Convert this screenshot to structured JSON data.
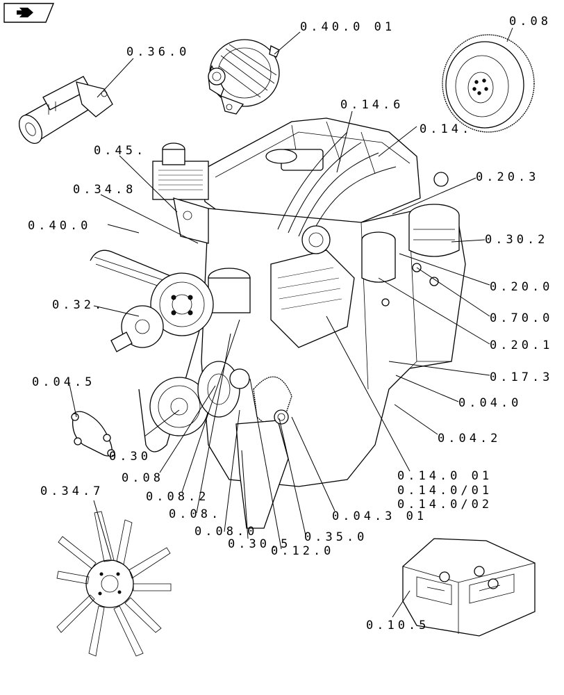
{
  "nav_icon": "back-arrow-icon",
  "callouts": [
    {
      "id": "alternator",
      "text": "0.40.0 01"
    },
    {
      "id": "flywheel",
      "text": "0.08"
    },
    {
      "id": "starter",
      "text": "0.36.0"
    },
    {
      "id": "injection-lines",
      "text": "0.14.6"
    },
    {
      "id": "injector",
      "text": "0.14."
    },
    {
      "id": "thermostat",
      "text": "0.45."
    },
    {
      "id": "water-pump-housing",
      "text": "0.34.8"
    },
    {
      "id": "alternator-bracket",
      "text": "0.40.0"
    },
    {
      "id": "fuel-filter-a",
      "text": "0.20.3"
    },
    {
      "id": "oil-filter",
      "text": "0.30.2"
    },
    {
      "id": "fuel-filter-b",
      "text": "0.20.0"
    },
    {
      "id": "sensor",
      "text": "0.70.0"
    },
    {
      "id": "fuel-filter-c",
      "text": "0.20.1"
    },
    {
      "id": "fuel-pump",
      "text": "0.17.3"
    },
    {
      "id": "crankcase",
      "text": "0.04.0"
    },
    {
      "id": "crankcase-side",
      "text": "0.04.2"
    },
    {
      "id": "water-pump",
      "text": "0.32."
    },
    {
      "id": "cover",
      "text": "0.04.5"
    },
    {
      "id": "injection-pump-1",
      "text": "0.14.0 01"
    },
    {
      "id": "injection-pump-2",
      "text": "0.14.0/01"
    },
    {
      "id": "injection-pump-3",
      "text": "0.14.0/02"
    },
    {
      "id": "oil-pump-a",
      "text": "0.30"
    },
    {
      "id": "pulley",
      "text": "0.08"
    },
    {
      "id": "damper",
      "text": "0.08.2"
    },
    {
      "id": "timing-gear",
      "text": "0.08."
    },
    {
      "id": "timing-cover",
      "text": "0.04.3 01"
    },
    {
      "id": "crankshaft",
      "text": "0.08.0"
    },
    {
      "id": "dipstick",
      "text": "0.35.0"
    },
    {
      "id": "oil-pump-b",
      "text": "0.30.5"
    },
    {
      "id": "fuel-line",
      "text": "0.12.0"
    },
    {
      "id": "fan",
      "text": "0.34.7"
    },
    {
      "id": "oil-sump",
      "text": "0.10.5"
    }
  ]
}
